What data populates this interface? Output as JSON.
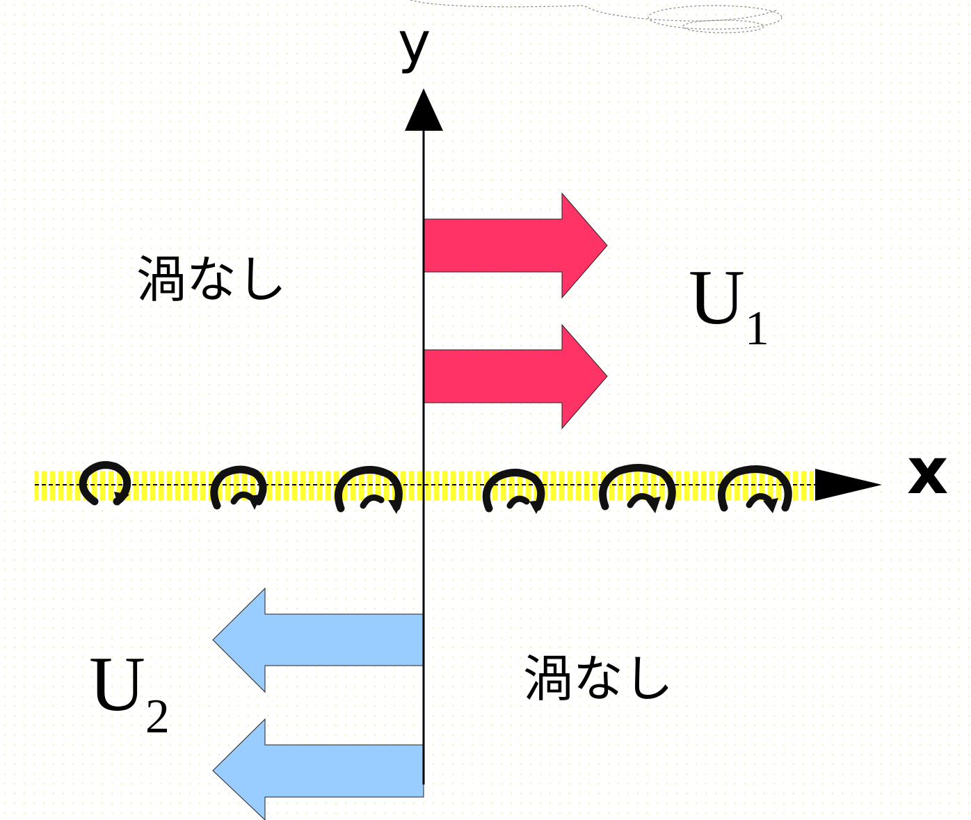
{
  "axes": {
    "y_label": "y",
    "x_label": "x"
  },
  "regions": {
    "upper_label": "渦なし",
    "lower_label": "渦なし"
  },
  "flows": {
    "upper": {
      "symbol": "U",
      "subscript": "1",
      "direction": "right",
      "arrow_count": 2,
      "color": "#ff3366"
    },
    "lower": {
      "symbol": "U",
      "subscript": "2",
      "direction": "left",
      "arrow_count": 2,
      "color": "#99ccff"
    }
  },
  "vortex_sheet": {
    "vortex_count": 6,
    "stripe_color": "#ffff33"
  },
  "icons": {
    "vortex": "clockwise-swirl-icon"
  }
}
